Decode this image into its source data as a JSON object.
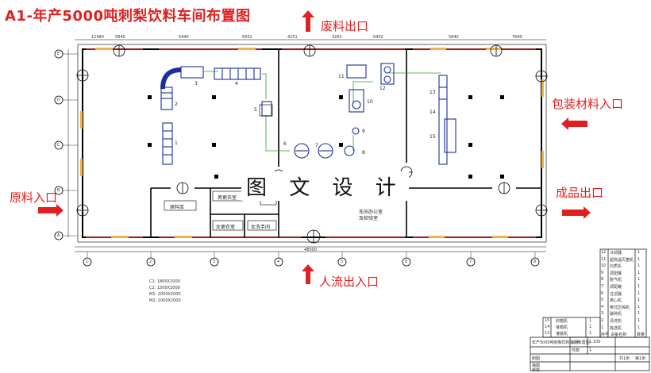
{
  "title": "A1-年产5000吨刺梨饮料车间布置图",
  "openings": {
    "waste_exit": "废料出口",
    "packaging_entry": "包装材料入口",
    "raw_entry": "原料入口",
    "product_exit": "成品出口",
    "people_entry": "人流出入口"
  },
  "watermark": "图 文 设 计",
  "grid_cols": [
    "1",
    "2",
    "3",
    "4",
    "5",
    "6",
    "7",
    "8"
  ],
  "grid_rows": [
    "E",
    "D",
    "C",
    "B",
    "A"
  ],
  "dim_total": "48000",
  "dims_top": [
    "12480",
    "5840",
    "5440",
    "8352",
    "4251",
    "3262",
    "6452",
    "5840",
    "7640"
  ],
  "equipment_numbers": [
    "1",
    "2",
    "3",
    "4",
    "5",
    "6",
    "7",
    "8",
    "9",
    "10",
    "11",
    "12",
    "13",
    "14",
    "15"
  ],
  "rooms": {
    "office": "车间办公室",
    "office2": "及检验室",
    "male_change": "男更衣室",
    "female_change": "女更衣室",
    "female_toilet": "女洗手间",
    "storage": "原料库"
  },
  "legend_notes": [
    "C1: 1800X2000",
    "C2: 1500X2000",
    "M1: 2000X2000",
    "M2: 2000X2000"
  ],
  "equipment_table": {
    "rows": [
      {
        "no": "12",
        "name": "冷却器",
        "qty": "1"
      },
      {
        "no": "11",
        "name": "超高温灭菌机",
        "qty": "1"
      },
      {
        "no": "10",
        "name": "均质机",
        "qty": "1"
      },
      {
        "no": "9",
        "name": "调配罐",
        "qty": "1"
      },
      {
        "no": "8",
        "name": "脱气机",
        "qty": "1"
      },
      {
        "no": "7",
        "name": "调配罐",
        "qty": "1"
      },
      {
        "no": "6",
        "name": "过滤器",
        "qty": "1"
      },
      {
        "no": "5",
        "name": "离心机",
        "qty": "1"
      },
      {
        "no": "4",
        "name": "带式压榨机",
        "qty": "1"
      },
      {
        "no": "3",
        "name": "破碎机",
        "qty": "1"
      },
      {
        "no": "2",
        "name": "清洗机",
        "qty": "1"
      },
      {
        "no": "1",
        "name": "拣选机",
        "qty": "1"
      }
    ],
    "left_rows": [
      {
        "no": "15",
        "name": "封箱机",
        "qty": "1"
      },
      {
        "no": "14",
        "name": "装箱机",
        "qty": "1"
      },
      {
        "no": "13",
        "name": "灌装机",
        "qty": "1"
      }
    ],
    "header": {
      "no": "序号",
      "name": "设备名称",
      "qty": "数量"
    }
  },
  "title_block": {
    "name": "年产5000吨刺梨饮料车间布置图",
    "scale_label": "比例",
    "scale": "1:100",
    "count_label": "件数",
    "count": "1",
    "drawn": "制图",
    "designed": "描图",
    "checked": "审核",
    "sheets": "共1张",
    "sheet_no": "第1张"
  }
}
